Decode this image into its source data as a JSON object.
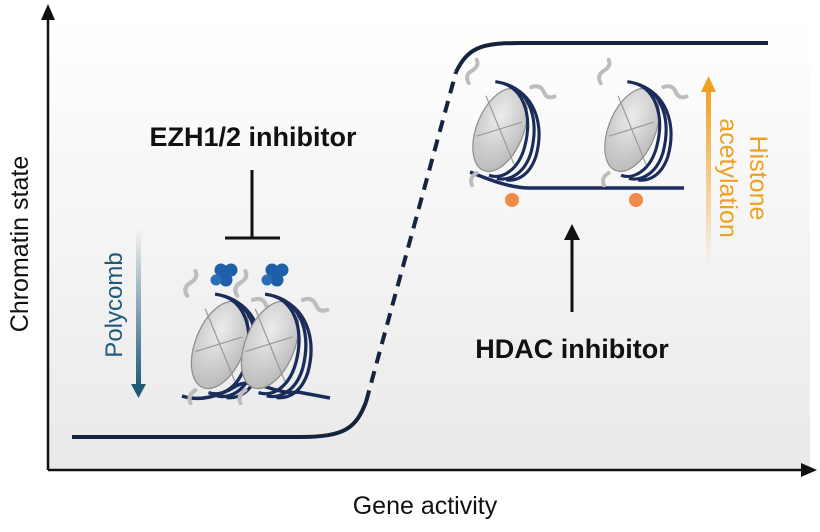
{
  "axes": {
    "x_label": "Gene activity",
    "y_label": "Chromatin state"
  },
  "labels": {
    "ezh_inhibitor": "EZH1/2 inhibitor",
    "hdac_inhibitor": "HDAC inhibitor",
    "polycomb": "Polycomb",
    "histone_line1": "Histone",
    "histone_line2": "acetylation"
  },
  "colors": {
    "curve": "#14243d",
    "polycomb": "#1f5a78",
    "acetylation": "#f0a020",
    "methyl_dot": "#1f5fa8",
    "acetyl_dot": "#f08a4b",
    "nucleosome_fill": "#cfcfcf",
    "dna": "#1a2d5a"
  },
  "icons": {
    "nucleosome": "nucleosome-icon",
    "methyl_mark": "methyl-mark-icon",
    "acetyl_mark": "acetyl-mark-icon",
    "inhibition": "inhibition-tbar-icon"
  }
}
